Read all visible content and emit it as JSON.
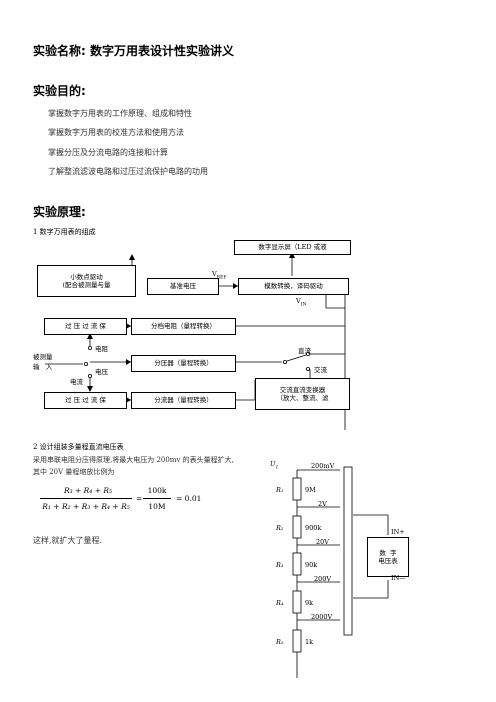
{
  "title": "实验名称: 数字万用表设计性实验讲义",
  "purpose": {
    "heading": "实验目的:",
    "items": [
      "掌握数字万用表的工作原理、组成和特性",
      "掌握数字万用表的校准方法和使用方法",
      "掌握分压及分流电路的连接和计算",
      "了解整流滤波电路和过压过流保护电路的功用"
    ]
  },
  "principle": {
    "heading": "实验原理:",
    "sub1": "1 数字万用表的组成",
    "blocks": {
      "display": "数字显示屏（LED 或液",
      "decimal": "小数点驱动\n(配合被测量与量",
      "ref": "基准电压",
      "adc": "模数转换，译码驱动",
      "over1": "过 压 过 流 保",
      "shunt_res": "分档电阻（量程转换）",
      "divider": "分压器（量程转换）",
      "over2": "过 压 过 流 保",
      "shunt": "分流器（量程转换）",
      "acdc": "交流直流变换器\n（放大、整流、滤"
    },
    "labels": {
      "vref": "V",
      "vref_sub": "REF",
      "vin": "V",
      "vin_sub": "IN",
      "input": "被测量\n输   入",
      "resistor": "电阻",
      "voltage": "电压",
      "current": "电流",
      "dc": "直流",
      "ac": "交流"
    },
    "sub2": "2 设计组装多量程直流电压表",
    "text1": "采用串联电阻分压得原理,将最大电压为 200mv 的表头量程扩大,",
    "text2": "其中 20V 量程缩放比例为",
    "formula": {
      "num": "R₃ + R₄ + R₅",
      "den": "R₁ + R₂ + R₃ + R₄ + R₅",
      "mid_num": "100k",
      "mid_den": "10M",
      "result": "= 0.01"
    },
    "text3": "这样,就扩大了量程.",
    "circuit": {
      "u1": "U",
      "u1_sub": "1",
      "resistors": [
        "R₁",
        "R₂",
        "R₃",
        "R₄",
        "R₅"
      ],
      "values": [
        "9M",
        "900k",
        "90k",
        "9k",
        "1k"
      ],
      "ranges": [
        "200mV",
        "2V",
        "20V",
        "200V",
        "2000V"
      ],
      "meter": "数  字\n电压表",
      "in_plus": "IN+",
      "in_minus": "IN—"
    }
  }
}
